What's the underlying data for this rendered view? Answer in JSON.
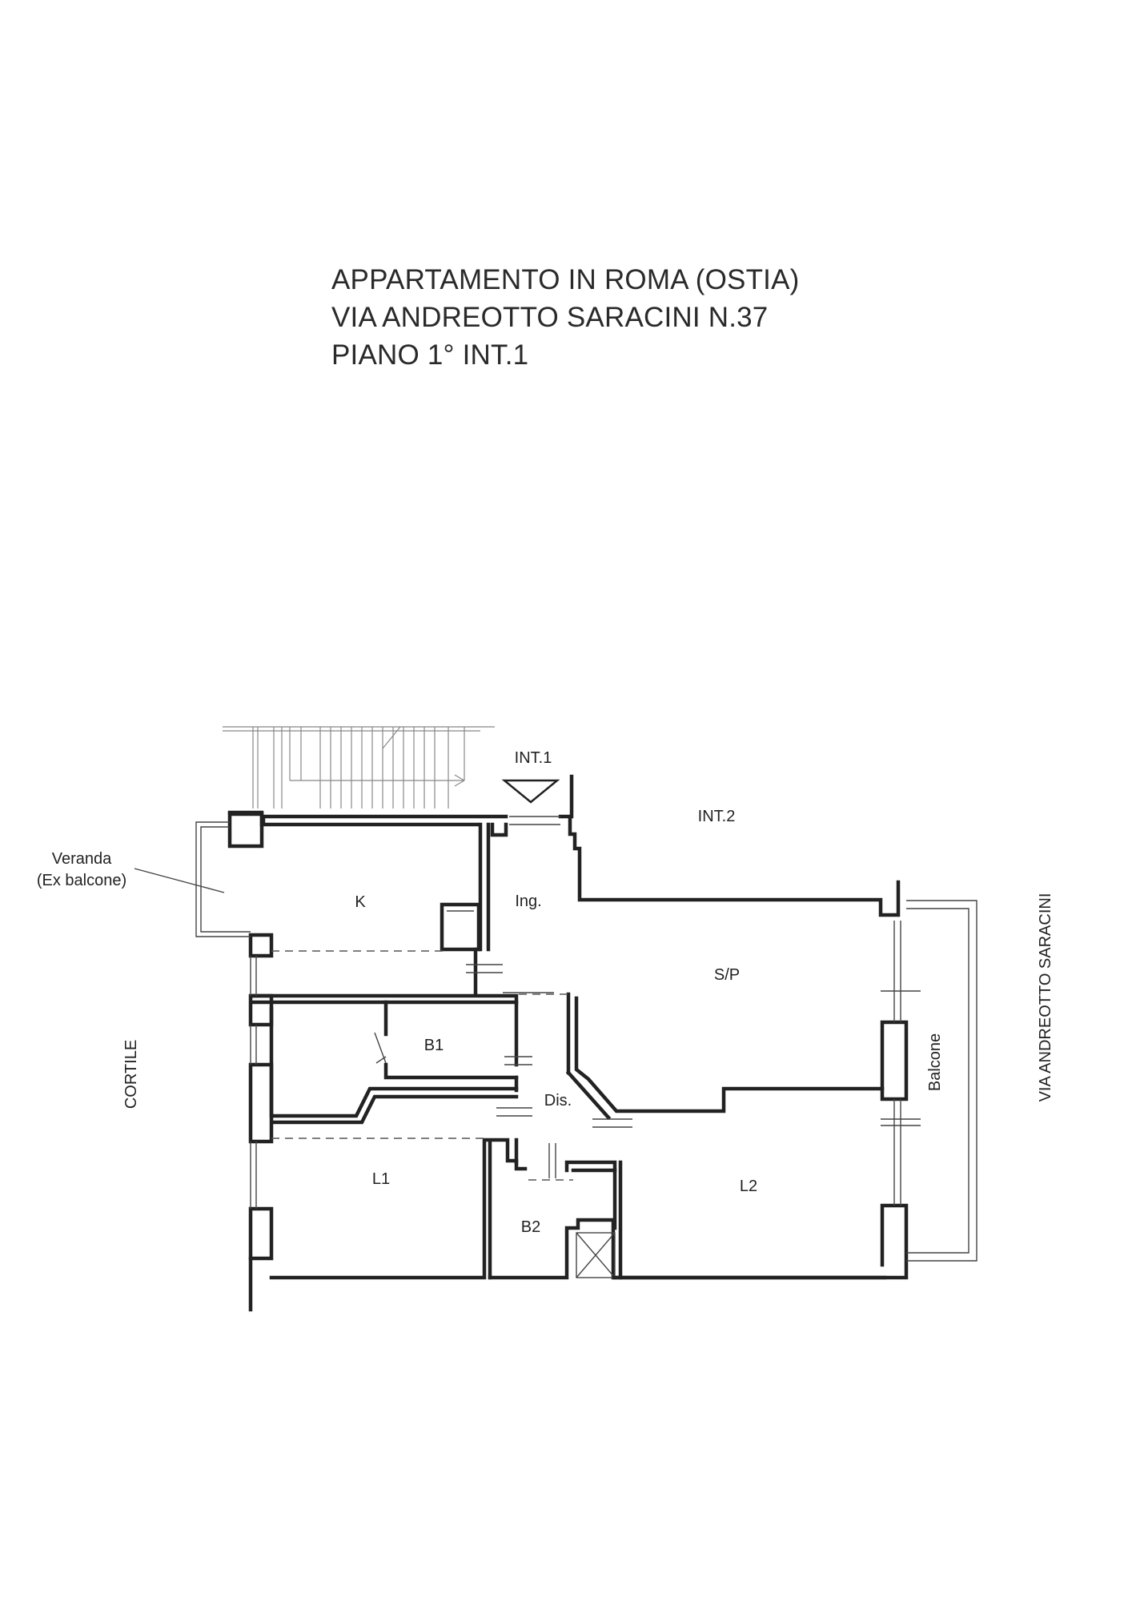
{
  "header": {
    "line1": "APPARTAMENTO IN ROMA (OSTIA)",
    "line2": "VIA ANDREOTTO SARACINI N.37",
    "line3": "PIANO 1° INT.1"
  },
  "plan": {
    "rooms": {
      "kitchen": "K",
      "entrance": "Ing.",
      "living": "S/P",
      "bath1": "B1",
      "hall": "Dis.",
      "bedroom1": "L1",
      "bath2": "B2",
      "bedroom2": "L2"
    },
    "units": {
      "this_unit": "INT.1",
      "neighbor_unit": "INT.2"
    },
    "veranda": {
      "line1": "Veranda",
      "line2": "(Ex balcone)"
    },
    "courtyard": "CORTILE",
    "balcony": "Balcone",
    "street": "VIA ANDREOTTO SARACINI"
  }
}
